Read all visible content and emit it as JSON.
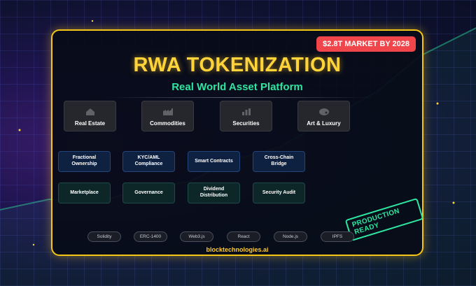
{
  "badge": "$2.8T MARKET BY 2028",
  "title": "RWA TOKENIZATION",
  "subtitle": "Real World Asset Platform",
  "categories": [
    {
      "label": "Real Estate",
      "icon": "house-icon"
    },
    {
      "label": "Commodities",
      "icon": "factory-icon"
    },
    {
      "label": "Securities",
      "icon": "chart-bars-icon"
    },
    {
      "label": "Art & Luxury",
      "icon": "palette-icon"
    }
  ],
  "features_row1": [
    "Fractional Ownership",
    "KYC/AML Compliance",
    "Smart Contracts",
    "Cross-Chain Bridge"
  ],
  "features_row2": [
    "Marketplace",
    "Governance",
    "Dividend Distribution",
    "Security Audit"
  ],
  "stamp": "PRODUCTION READY",
  "tech_stack": [
    "Solidity",
    "ERC-1400",
    "Web3.js",
    "React",
    "Node.js",
    "IPFS"
  ],
  "footer": "blocktechnologies.ai",
  "colors": {
    "border": "#f5c518",
    "title": "#ffd43b",
    "accent_green": "#2ee6a0",
    "badge": "#f0464b"
  }
}
